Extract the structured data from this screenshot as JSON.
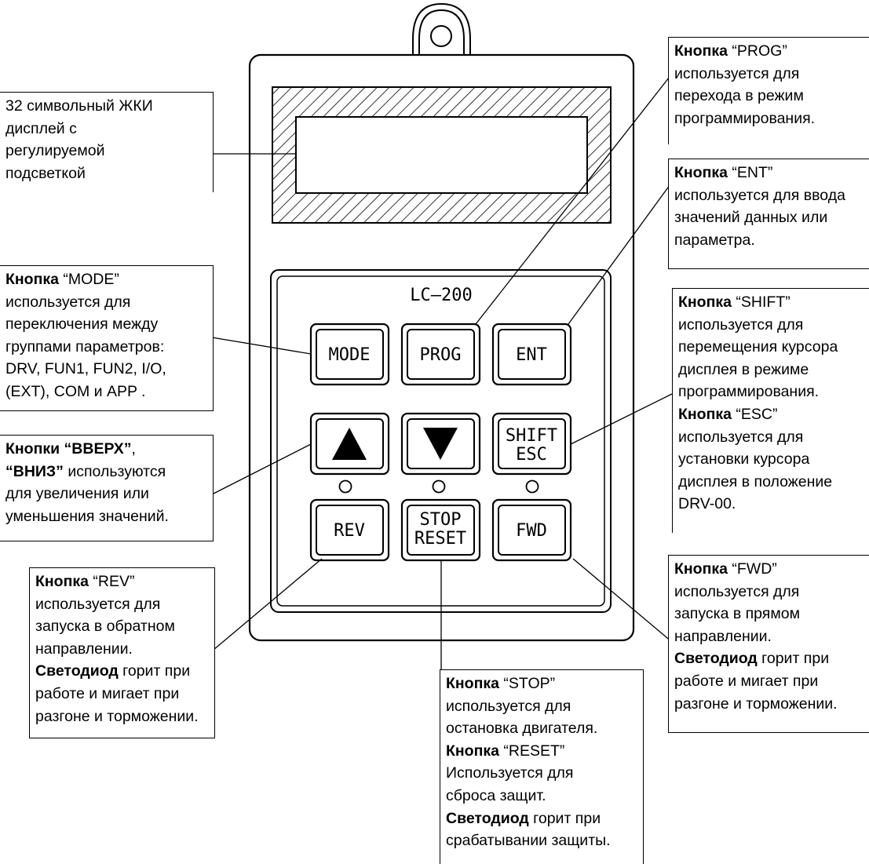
{
  "device": {
    "model": "LC—200",
    "keys": {
      "mode": "MODE",
      "prog": "PROG",
      "ent": "ENT",
      "shift": "SHIFT",
      "esc": "ESC",
      "rev": "REV",
      "stop": "STOP",
      "reset": "RESET",
      "fwd": "FWD"
    }
  },
  "callouts": {
    "lcd": {
      "lines": [
        "32 символьный ЖКИ",
        "дисплей с",
        "регулируемой",
        "подсветкой"
      ]
    },
    "mode": {
      "b": "Кнопка",
      "key": "“MODE”",
      "lines": [
        "используется для",
        "переключения между",
        "группами параметров:",
        "DRV, FUN1, FUN2, I/O,",
        "(EXT), COM и APP ."
      ]
    },
    "updown": {
      "b1": "Кнопки",
      "k1": "“ВВЕРХ”",
      "s1": ",",
      "k2": "“ВНИЗ”",
      "s2": "используются",
      "lines": [
        "для увеличения или",
        "уменьшения значений."
      ]
    },
    "rev": {
      "b": "Кнопка",
      "key": "“REV”",
      "lines": [
        "используется для",
        "запуска в обратном",
        "направлении."
      ],
      "led_b": "Светодиод",
      "led_1": "горит при",
      "led_lines": [
        "работе и мигает при",
        "разгоне и торможении."
      ]
    },
    "prog": {
      "b": "Кнопка",
      "key": "“PROG”",
      "lines": [
        "используется для",
        "перехода в режим",
        "программирования."
      ]
    },
    "ent": {
      "b": "Кнопка",
      "key": "“ENT”",
      "lines": [
        "используется для ввода",
        "значений данных или",
        "параметра."
      ]
    },
    "shift": {
      "b": "Кнопка",
      "key": "“SHIFT”",
      "lines": [
        "используется для",
        "перемещения курсора",
        "дисплея в режиме",
        "программирования."
      ],
      "b2": "Кнопка",
      "key2": "“ESC”",
      "lines2": [
        "используется для",
        "установки курсора",
        "дисплея в положение",
        "DRV-00."
      ]
    },
    "fwd": {
      "b": "Кнопка",
      "key": "“FWD”",
      "lines": [
        "используется для",
        "запуска в прямом",
        "направлении."
      ],
      "led_b": "Светодиод",
      "led_1": "горит при",
      "led_lines": [
        "работе и мигает при",
        "разгоне и торможении."
      ]
    },
    "stop": {
      "b": "Кнопка",
      "key": "“STOP”",
      "lines": [
        "используется для",
        "остановка двигателя."
      ],
      "b2": "Кнопка",
      "key2": "“RESET”",
      "lines2": [
        "Используется для",
        "сброса защит."
      ],
      "led_b": "Светодиод",
      "led_1": "горит при",
      "led_lines": [
        "срабатывании защиты."
      ]
    }
  }
}
